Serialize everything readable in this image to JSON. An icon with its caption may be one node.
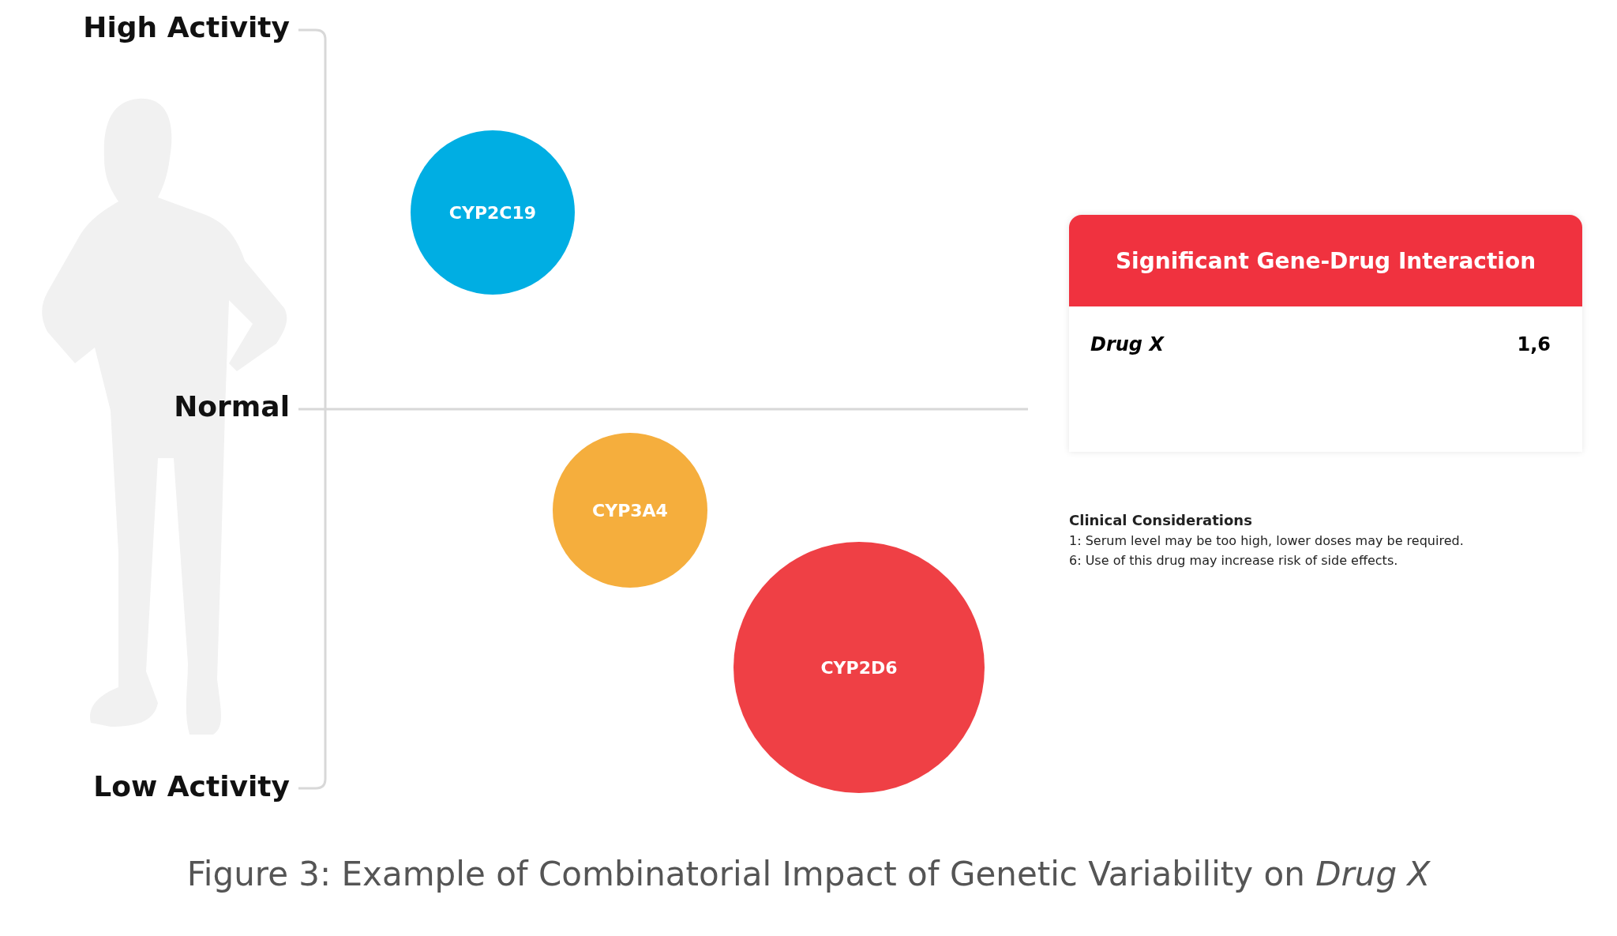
{
  "diagram": {
    "caption": "Figure 3: Example of Combinatorial Impact of Genetic Variability on *Drug X*",
    "nodes": [
      {
        "text": [
          "CYP2C19"
        ]
      },
      {
        "text": [
          "CYP3A4"
        ]
      },
      {
        "text": [
          "CYP2D6"
        ]
      },
      {
        "text": [
          "Significant Gene-Drug Interaction",
          "Drug X",
          "1,6"
        ]
      }
    ],
    "labels": [
      "High Activity",
      "Normal",
      "Low Activity",
      "Clinical Considerations",
      "1: Serum level may be too high, lower doses may be required.",
      "6: Use of this drug may increase risk of side effects."
    ]
  }
}
